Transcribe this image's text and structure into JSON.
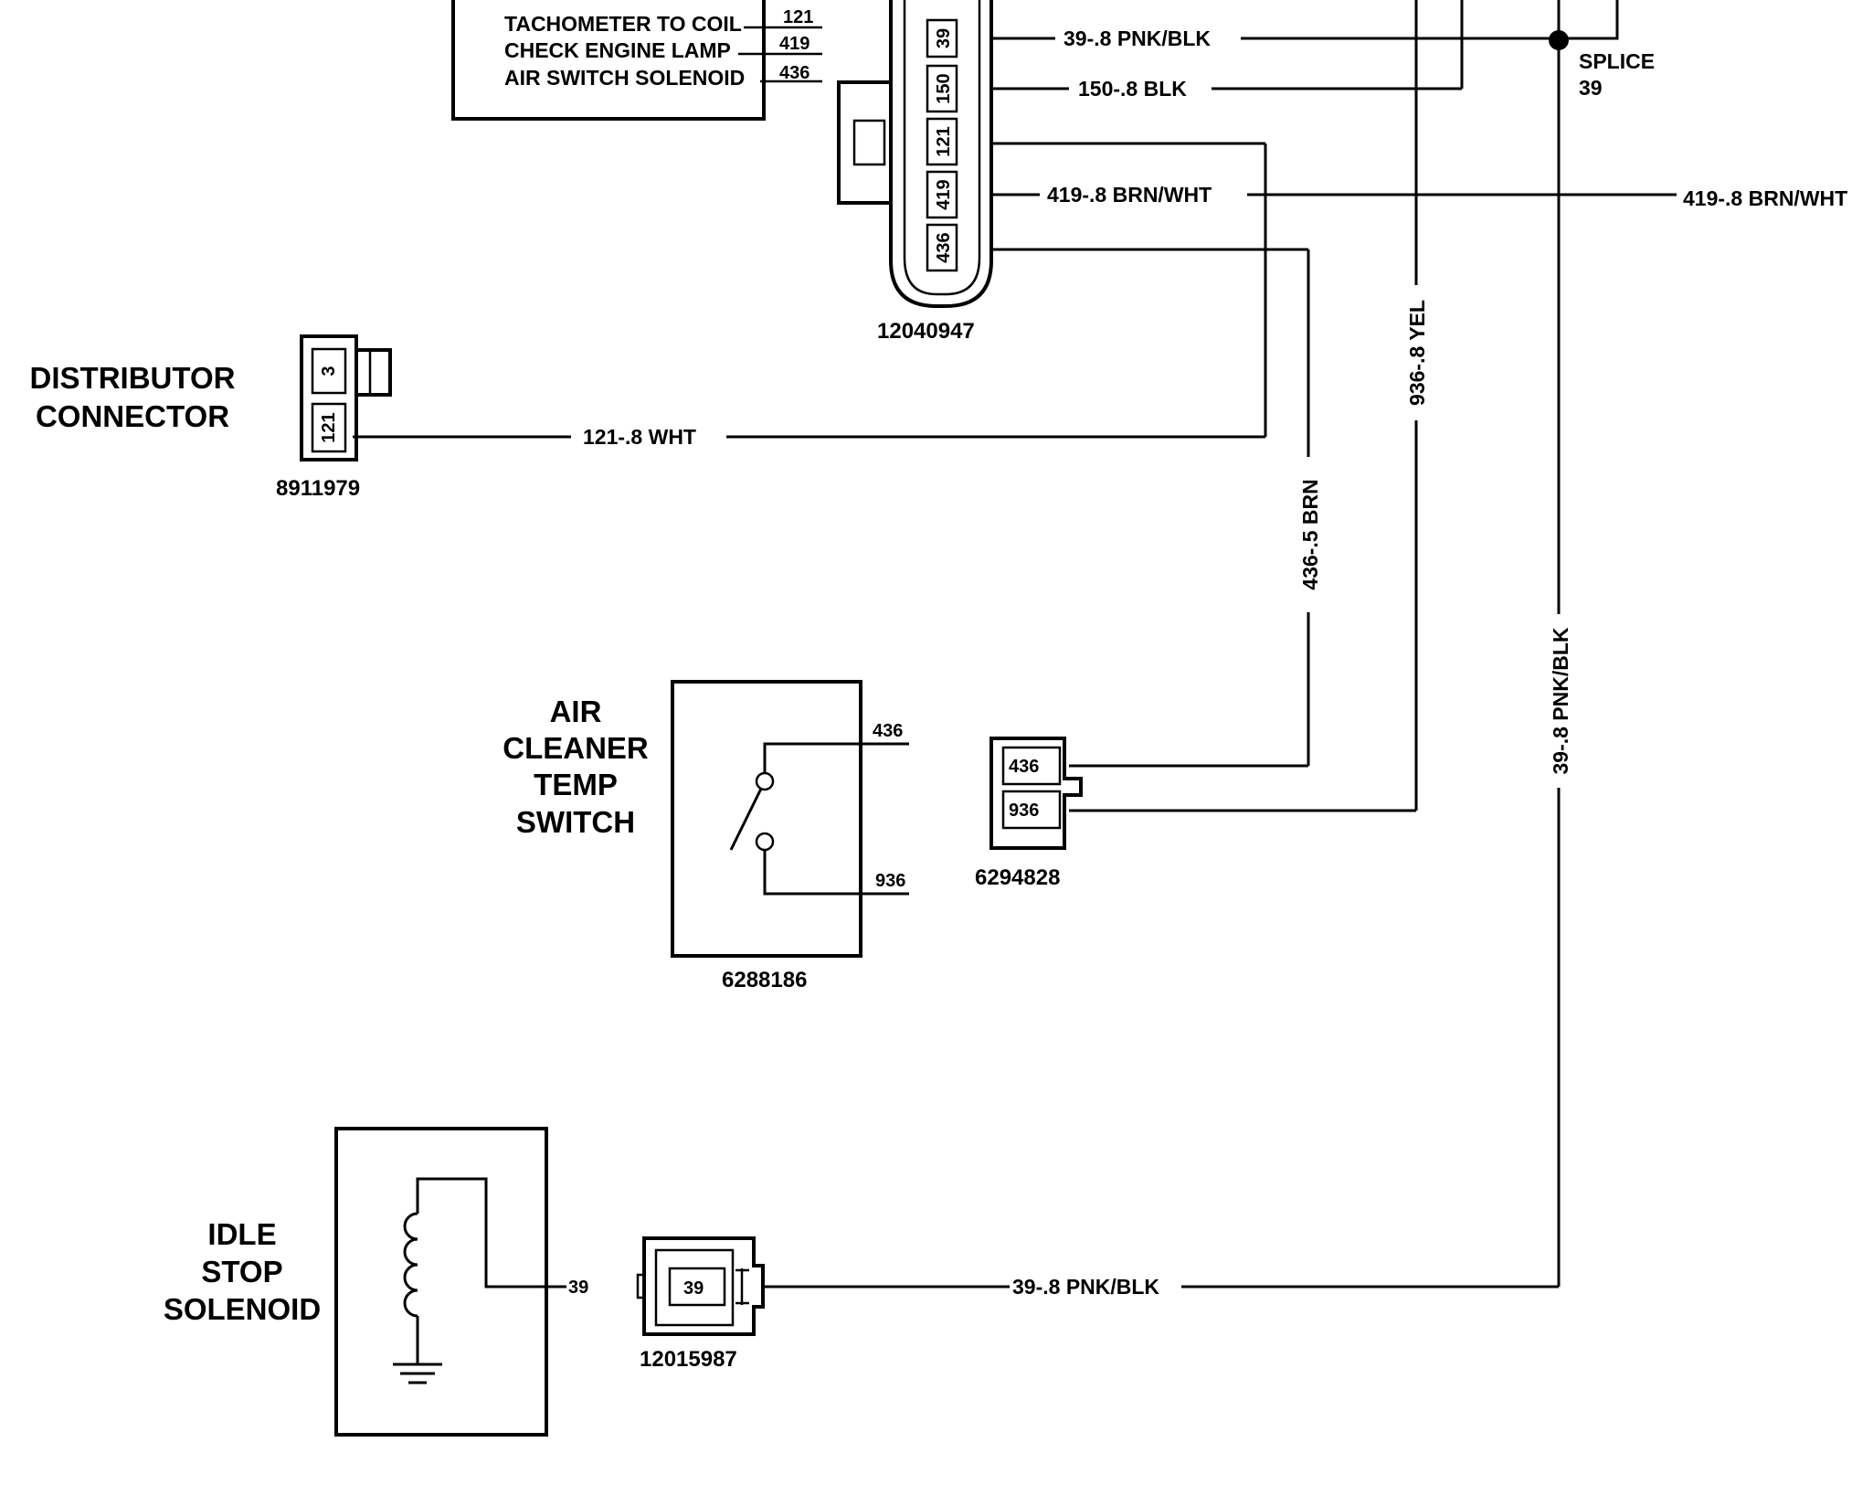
{
  "ecm_table": {
    "rows": [
      {
        "label": "TACHOMETER TO COIL",
        "pin": "121"
      },
      {
        "label": "CHECK ENGINE LAMP",
        "pin": "419"
      },
      {
        "label": "AIR SWITCH SOLENOID",
        "pin": "436"
      }
    ]
  },
  "ecm_connector": {
    "part_number": "12040947",
    "pins": [
      "39",
      "150",
      "121",
      "419",
      "436"
    ]
  },
  "wires": {
    "w39_top": "39-.8 PNK/BLK",
    "w150": "150-.8 BLK",
    "w419_left": "419-.8 BRN/WHT",
    "w419_right": "419-.8 BRN/WHT",
    "w121": "121-.8 WHT",
    "w436": "436-.5 BRN",
    "w936": "936-.8 YEL",
    "w39_vertical": "39-.8 PNK/BLK",
    "w39_bottom": "39-.8 PNK/BLK"
  },
  "splice": {
    "line1": "SPLICE",
    "line2": "39"
  },
  "distributor": {
    "title_lines": [
      "DISTRIBUTOR",
      "CONNECTOR"
    ],
    "pins": [
      "3",
      "121"
    ],
    "part_number": "8911979"
  },
  "air_cleaner": {
    "title_lines": [
      "AIR",
      "CLEANER",
      "TEMP",
      "SWITCH"
    ],
    "pin_top": "436",
    "pin_bottom": "936",
    "part_number": "6288186",
    "connector_pins": [
      "436",
      "936"
    ],
    "connector_part_number": "6294828"
  },
  "idle_stop": {
    "title_lines": [
      "IDLE",
      "STOP",
      "SOLENOID"
    ],
    "pin": "39",
    "connector_pin": "39",
    "connector_part_number": "12015987"
  }
}
